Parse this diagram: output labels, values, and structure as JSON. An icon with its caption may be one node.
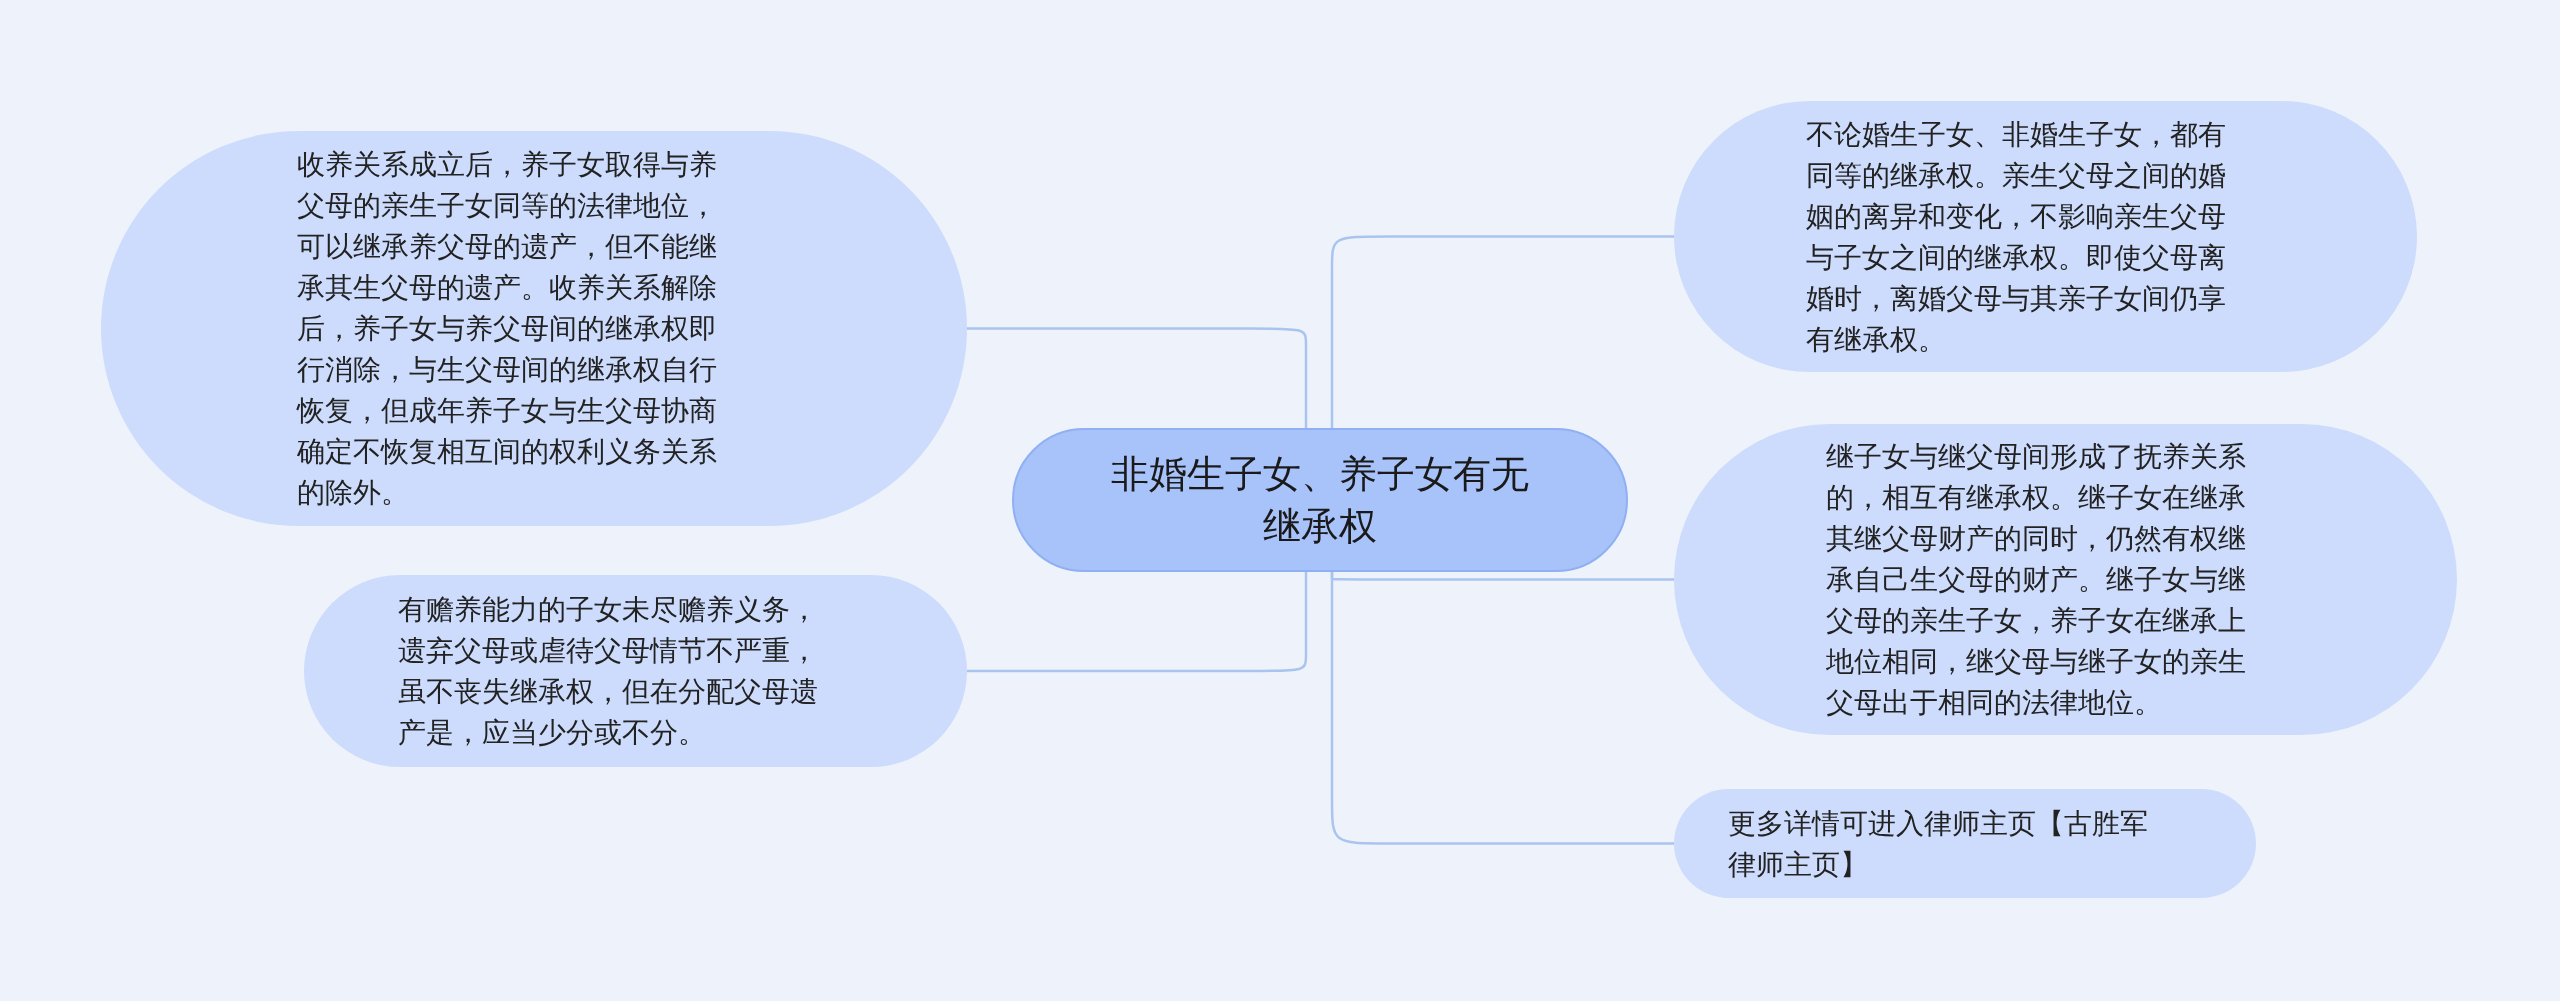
{
  "diagram": {
    "nodes": [
      {
        "text": [
          "非婚生子女、养子女有无继承权"
        ]
      },
      {
        "text": [
          "收养关系成立后，养子女取得与养父母的亲生子女同等的法律地位，可以继承养父母的遗产，但不能继承其生父母的遗产。收养关系解除后，养子女与养父母间的继承权即行消除，与生父母间的继承权自行恢复，但成年养子女与生父母协商确定不恢复相互间的权利义务关系的除外。"
        ]
      },
      {
        "text": [
          "有赡养能力的子女未尽赡养义务，遗弃父母或虐待父母情节不严重，虽不丧失继承权，但在分配父母遗产是，应当少分或不分。"
        ]
      },
      {
        "text": [
          "不论婚生子女、非婚生子女，都有同等的继承权。亲生父母之间的婚姻的离异和变化，不影响亲生父母与子女之间的继承权。即使父母离婚时，离婚父母与其亲子女间仍享有继承权。"
        ]
      },
      {
        "text": [
          "继子女与继父母间形成了抚养关系的，相互有继承权。继子女在继承其继父母财产的同时，仍然有权继承自己生父母的财产。继子女与继父母的亲生子女，养子女在继承上地位相同，继父母与继子女的亲生父母出于相同的法律地位。"
        ]
      },
      {
        "text": [
          "更多详情可进入律师主页【古胜军律师主页】"
        ]
      }
    ],
    "edges": [
      {
        "from": 0,
        "to": 1,
        "arrow": "none"
      },
      {
        "from": 0,
        "to": 2,
        "arrow": "none"
      },
      {
        "from": 0,
        "to": 3,
        "arrow": "none"
      },
      {
        "from": 0,
        "to": 4,
        "arrow": "none"
      },
      {
        "from": 0,
        "to": 5,
        "arrow": "none"
      }
    ]
  }
}
